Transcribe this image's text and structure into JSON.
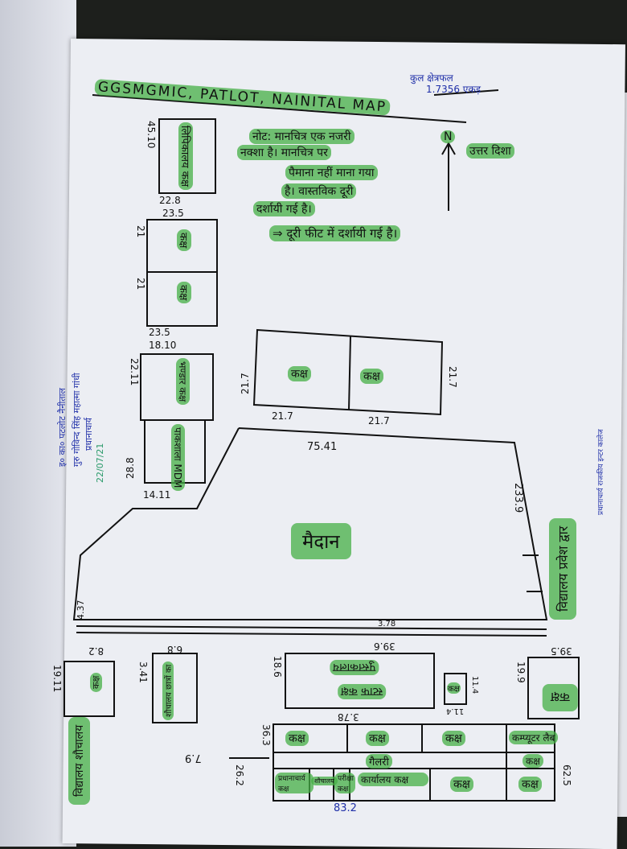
{
  "title": "GGSMGMIC, PATLOT, NAINITAL MAP",
  "total_area": {
    "label": "कुल क्षेत्रफल",
    "value": "1.7356 एकड़"
  },
  "note": {
    "lines": [
      "नोट: मानचित्र एक नजरी",
      "नक्शा है। मानचित्र पर",
      "पैमाना नहीं माना गया",
      "है। वास्तविक दूरी",
      "दर्शायी गई है।"
    ],
    "unit_note": "⇒ दूरी फीट में दर्शायी गई है।"
  },
  "north": {
    "letter": "N",
    "label": "उत्तर दिशा"
  },
  "rooms": {
    "library_top": {
      "label": "लिपिकालय कक्ष",
      "d1": "45.10",
      "d2": "22.8"
    },
    "class_pair_left": {
      "label1": "कक्ष",
      "label2": "कक्ष",
      "d1": "23.5",
      "d2": "21",
      "d3": "21",
      "d4": "23.5"
    },
    "store": {
      "label": "भण्डार कक्ष",
      "d1": "18.10",
      "d2": "22.11"
    },
    "kitchen": {
      "label": "पाकशाला MDM",
      "d1": "28.8",
      "d2": "14.11"
    },
    "class_pair_mid": {
      "label1": "कक्ष",
      "label2": "कक्ष",
      "d1": "21.7",
      "d2": "21.7",
      "d3": "21.7",
      "d4": "21.7"
    },
    "ground": {
      "label": "मैदान",
      "d_top": "75.41",
      "d_right": "233.9",
      "d_left": "4.37",
      "d_bottom": "3.78"
    },
    "gate": {
      "label": "विद्यालय प्रवेश द्वार"
    },
    "toilet_left": {
      "label": "कक्ष",
      "d1": "8.2",
      "d2": "19.11"
    },
    "toilet_band": {
      "label": "विद्यालय शौचालय"
    },
    "toilet_mid": {
      "label": "शौचालय छात्रों का",
      "d1": "6.8",
      "d2": "3.41"
    },
    "library_staff": {
      "label1": "पुस्तकालय",
      "label2": "स्टाफ कक्ष",
      "d1": "39.6",
      "d2": "18.6"
    },
    "small_room": {
      "label": "कक्ष",
      "d1": "11.4",
      "d2": "11.4"
    },
    "corner_room": {
      "label": "कक्ष",
      "d1": "39.5",
      "d2": "19.9"
    },
    "main_block": {
      "top_row": [
        "कक्ष",
        "कक्ष",
        "कक्ष",
        "कम्प्यूटर लैब"
      ],
      "gallery": "गैलरी",
      "gallery_right": "कक्ष",
      "bottom_row": [
        "प्रधानाचार्य कक्ष",
        "शौचालय",
        "परीक्षा कक्ष",
        "कार्यालय कक्ष",
        "कक्ष",
        "कक्ष"
      ],
      "d_top": "3.78",
      "d_left1": "36.3",
      "d_left2": "26.2",
      "d_right": "62.5",
      "d_bottom": "83.2",
      "arrow": "7.9"
    }
  },
  "signature": {
    "date": "22/07/21",
    "stamp_lines": [
      "प्रधानाचार्य",
      "गुरु गोविन्द सिंह महात्मा गांधी",
      "इ० का० पटलोट नैनीताल"
    ],
    "right_stamp": "प्रधानाचार्य राजकीय इन्टर कालेज"
  }
}
